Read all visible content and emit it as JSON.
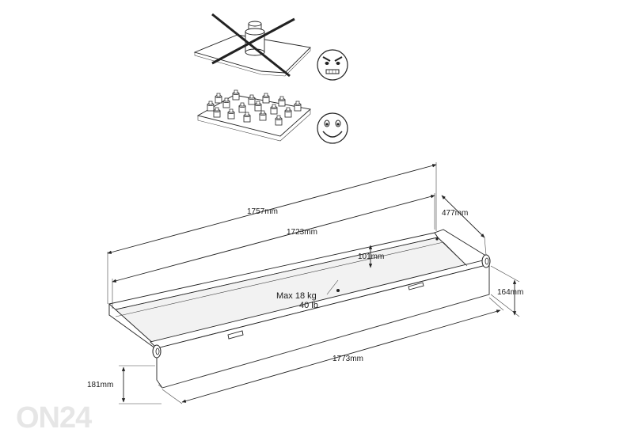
{
  "dimensions": {
    "outer_length": "1757mm",
    "inner_length": "1723mm",
    "depth": "477mm",
    "inner_height": "101mm",
    "side_height": "164mm",
    "front_length": "1773mm",
    "front_height": "181mm"
  },
  "load": {
    "line1": "Max 18 kg",
    "line2": "40 lb"
  },
  "watermark": "ON24",
  "icons": {
    "wrong_load": "crossed-heavy-weight-icon",
    "angry_face": "angry-face-icon",
    "right_load": "distributed-weights-icon",
    "happy_face": "smiling-face-icon"
  },
  "colors": {
    "line": "#222222",
    "watermark": "#e6e6e6"
  }
}
